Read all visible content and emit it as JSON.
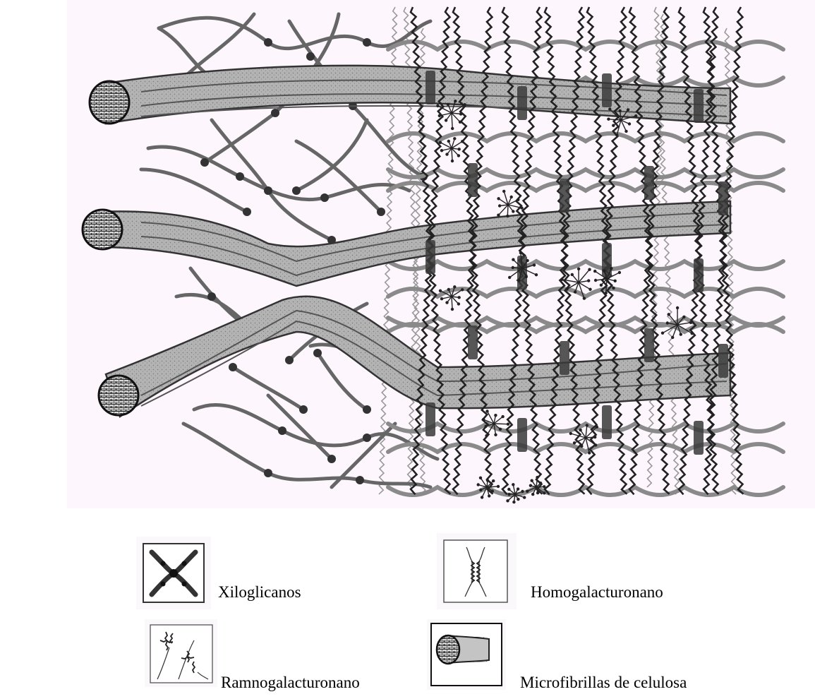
{
  "colors": {
    "background": "#fdf6fd",
    "fiber_fill": "#b8b8b8",
    "ink": "#2e2e2e",
    "strand": "#8c8c8c"
  },
  "legend": [
    {
      "label": "Xiloglicanos",
      "icon": "xyloglucan-icon"
    },
    {
      "label": "Homogalacturonano",
      "icon": "homogalacturonan-icon"
    },
    {
      "label": "Ramnogalacturonano",
      "icon": "rhamnogalacturonan-icon"
    },
    {
      "label": "Microfibrillas de celulosa",
      "icon": "cellulose-microfibril-icon"
    }
  ]
}
